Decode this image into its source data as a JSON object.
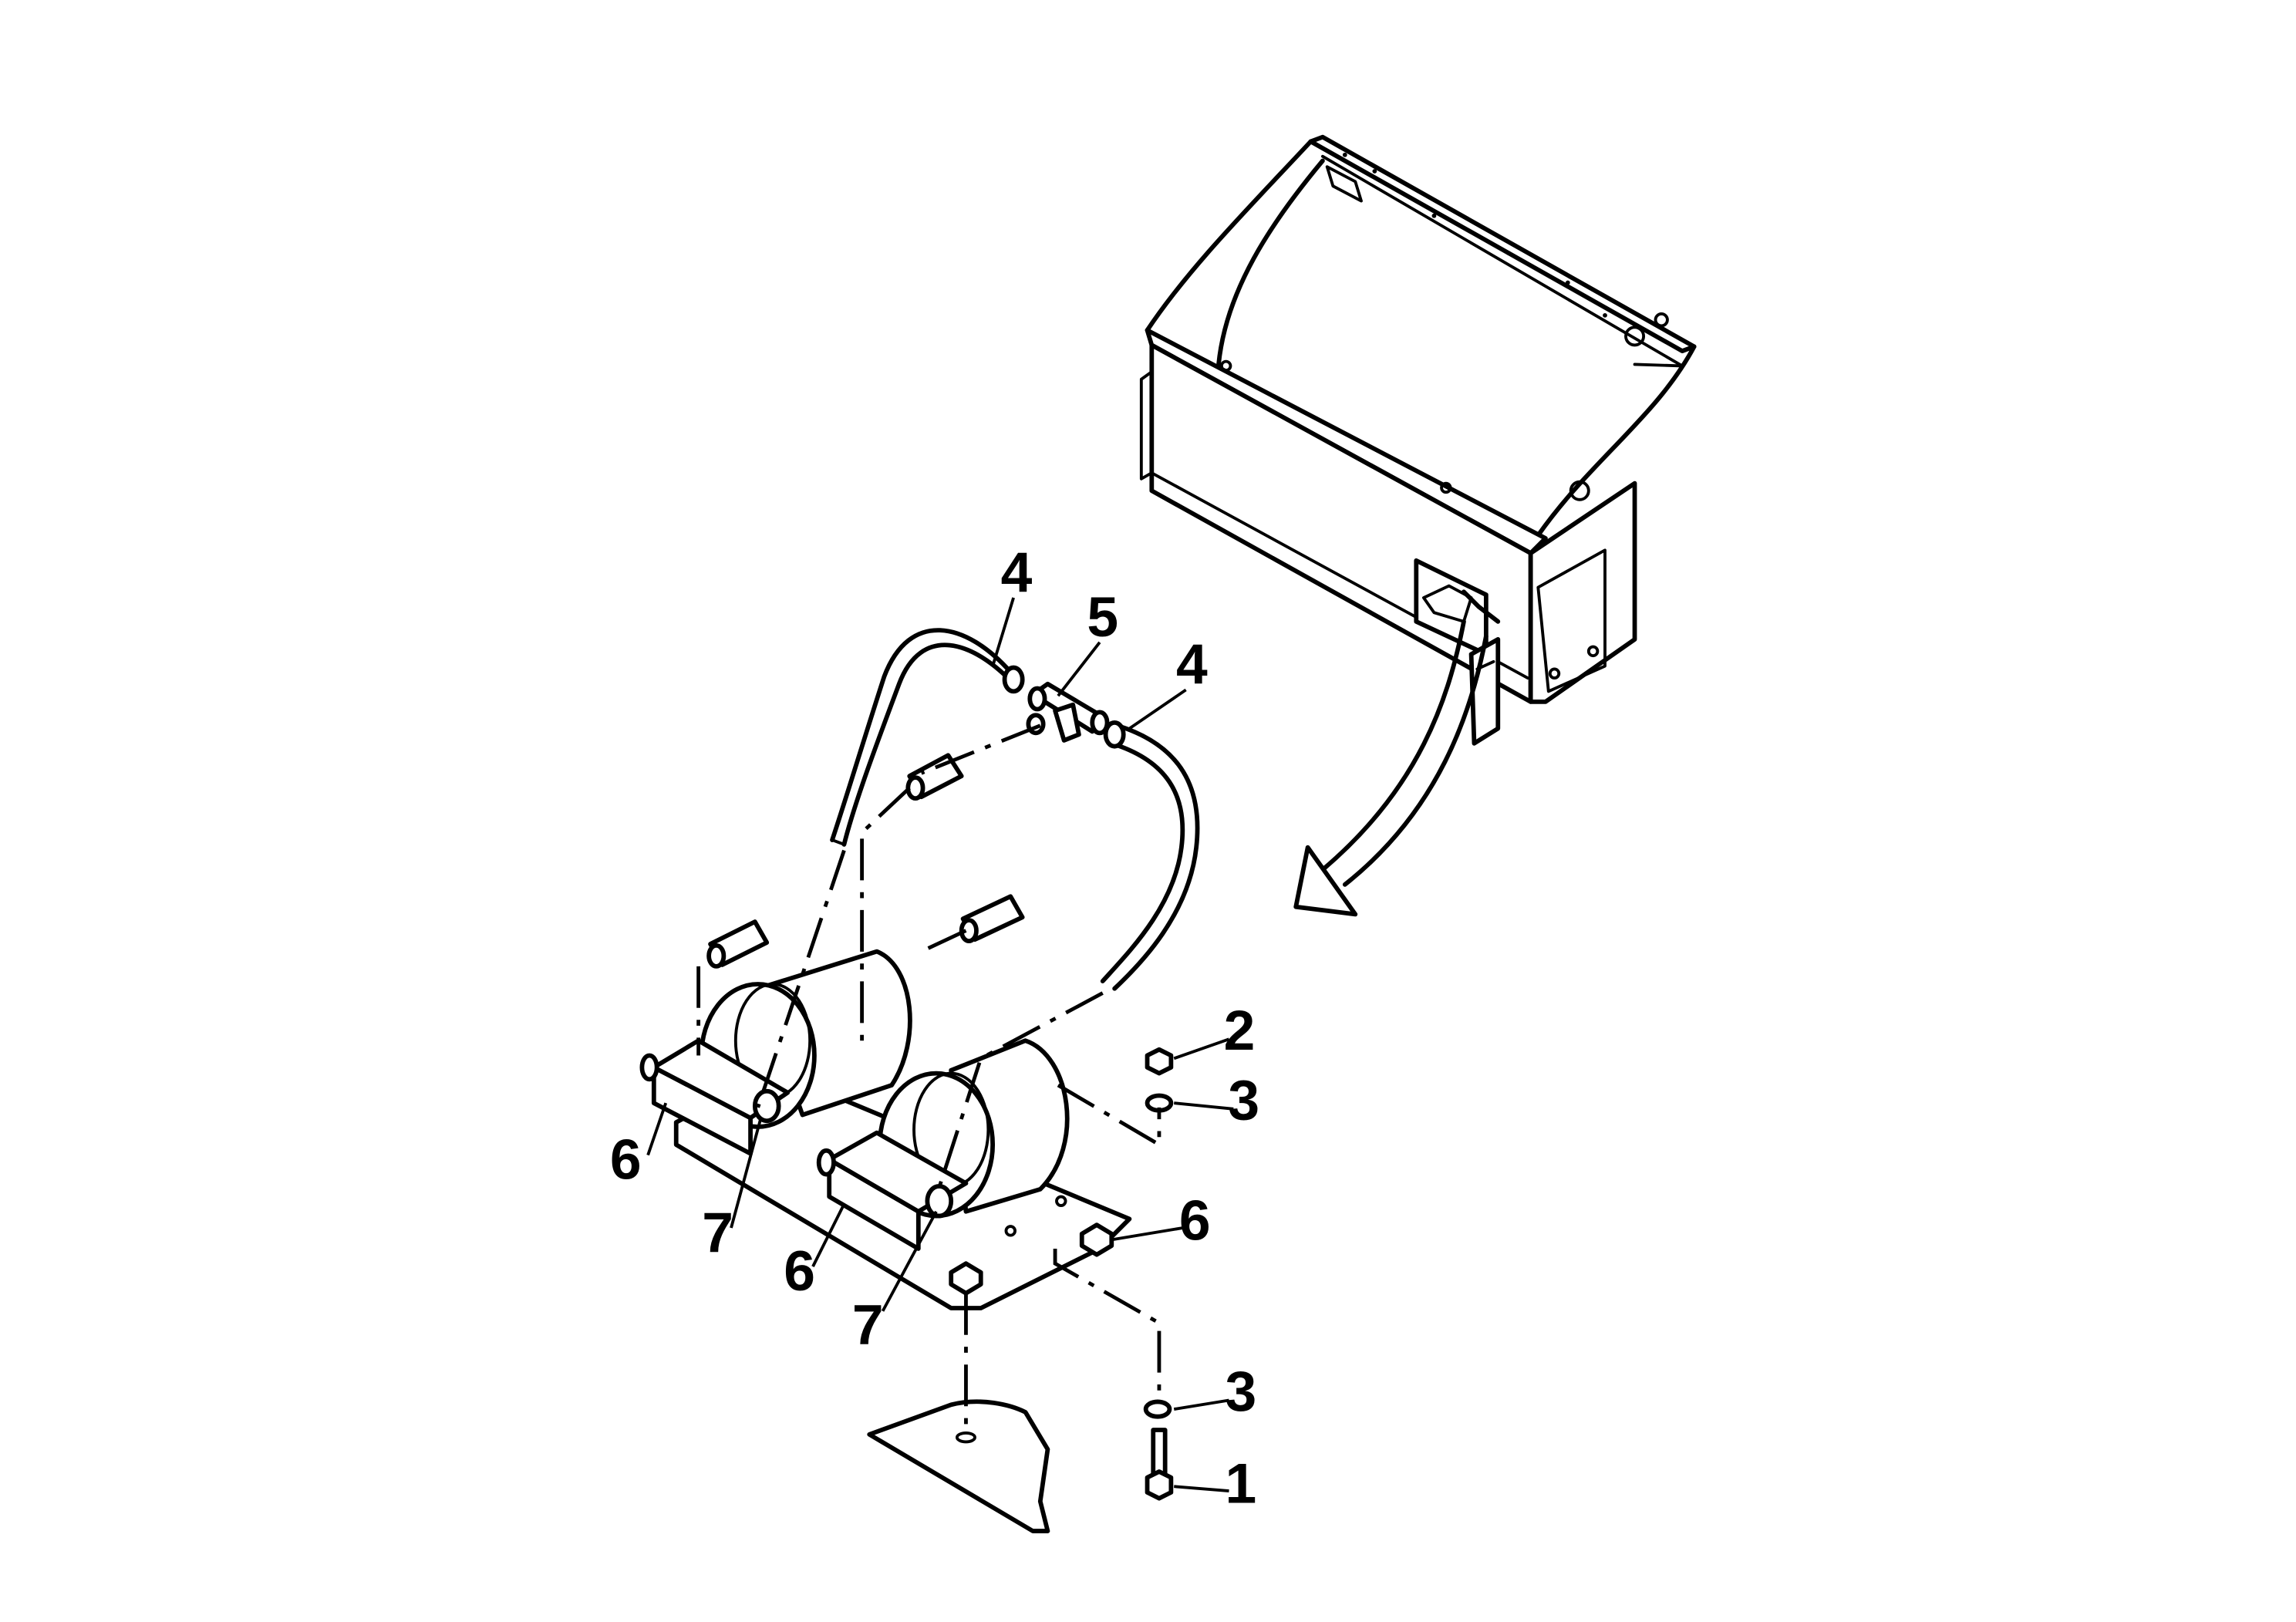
{
  "callouts": [
    {
      "id": "c4a",
      "text": "4"
    },
    {
      "id": "c5",
      "text": "5"
    },
    {
      "id": "c4b",
      "text": "4"
    },
    {
      "id": "c2",
      "text": "2"
    },
    {
      "id": "c3a",
      "text": "3"
    },
    {
      "id": "c6a",
      "text": "6"
    },
    {
      "id": "c7a",
      "text": "7"
    },
    {
      "id": "c6b",
      "text": "6"
    },
    {
      "id": "c6c",
      "text": "6"
    },
    {
      "id": "c7b",
      "text": "7"
    },
    {
      "id": "c3b",
      "text": "3"
    },
    {
      "id": "c1",
      "text": "1"
    }
  ]
}
